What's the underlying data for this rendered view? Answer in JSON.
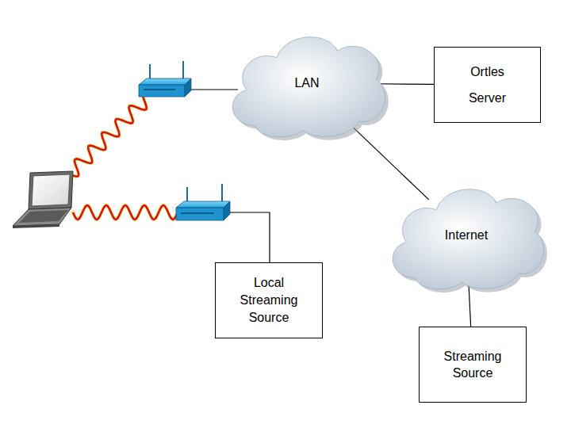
{
  "diagram": {
    "nodes": [
      {
        "text": [
          "LAN"
        ]
      },
      {
        "text": [
          "Ortles Server"
        ]
      },
      {
        "text": [
          "Internet"
        ]
      },
      {
        "text": [
          "Local Streaming Source"
        ]
      },
      {
        "text": [
          "Streaming Source"
        ]
      }
    ],
    "edges": [
      {
        "from": 0,
        "to": 1,
        "arrow": "none"
      },
      {
        "from": 0,
        "to": 2,
        "arrow": "none"
      },
      {
        "from": 2,
        "to": 4,
        "arrow": "none"
      }
    ]
  }
}
